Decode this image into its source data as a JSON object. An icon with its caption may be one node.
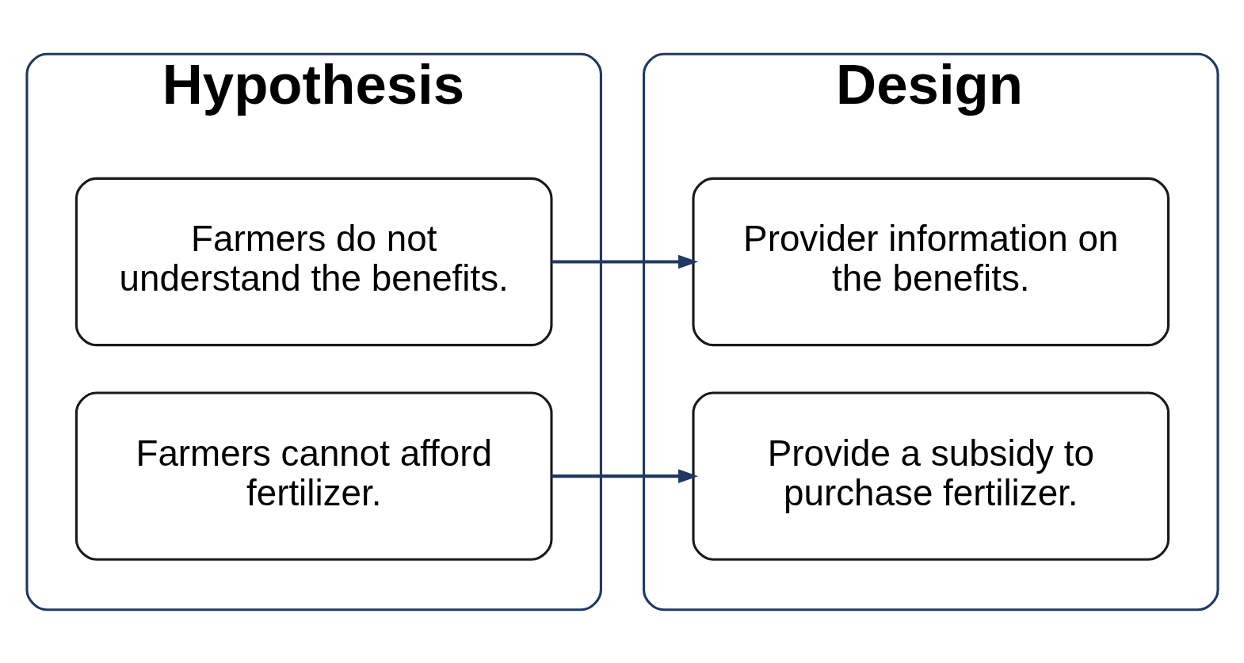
{
  "diagram": {
    "nodes": [
      {
        "text": [
          "Hypothesis"
        ]
      },
      {
        "text": [
          "Farmers do not understand the benefits."
        ],
        "in": 0
      },
      {
        "text": [
          "Farmers cannot afford fertilizer."
        ],
        "in": 0
      },
      {
        "text": [
          "Design"
        ]
      },
      {
        "text": [
          "Provider information on the benefits."
        ],
        "in": 3
      },
      {
        "text": [
          "Provide a subsidy to purchase fertilizer."
        ],
        "in": 3
      }
    ],
    "edges": [
      {
        "from": 1,
        "to": 4,
        "arrow": "to"
      },
      {
        "from": 2,
        "to": 5,
        "arrow": "to"
      }
    ]
  }
}
